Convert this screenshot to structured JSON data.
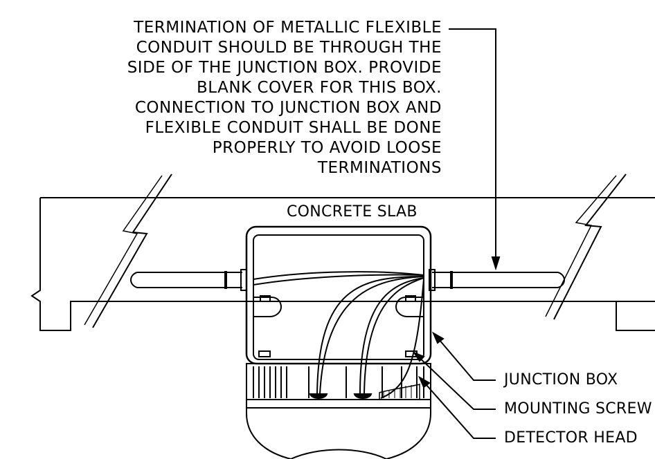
{
  "note": {
    "lines": [
      "TERMINATION OF METALLIC FLEXIBLE",
      "CONDUIT SHOULD BE THROUGH THE",
      "SIDE OF THE JUNCTION BOX. PROVIDE",
      "BLANK COVER FOR THIS BOX.",
      "CONNECTION TO JUNCTION BOX AND",
      "FLEXIBLE CONDUIT SHALL BE DONE",
      "PROPERLY TO AVOID LOOSE",
      "TERMINATIONS"
    ]
  },
  "labels": {
    "slab": "CONCRETE SLAB",
    "junction_box": "JUNCTION BOX",
    "mounting_screw": "MOUNTING SCREW",
    "detector_head": "DETECTOR HEAD"
  }
}
